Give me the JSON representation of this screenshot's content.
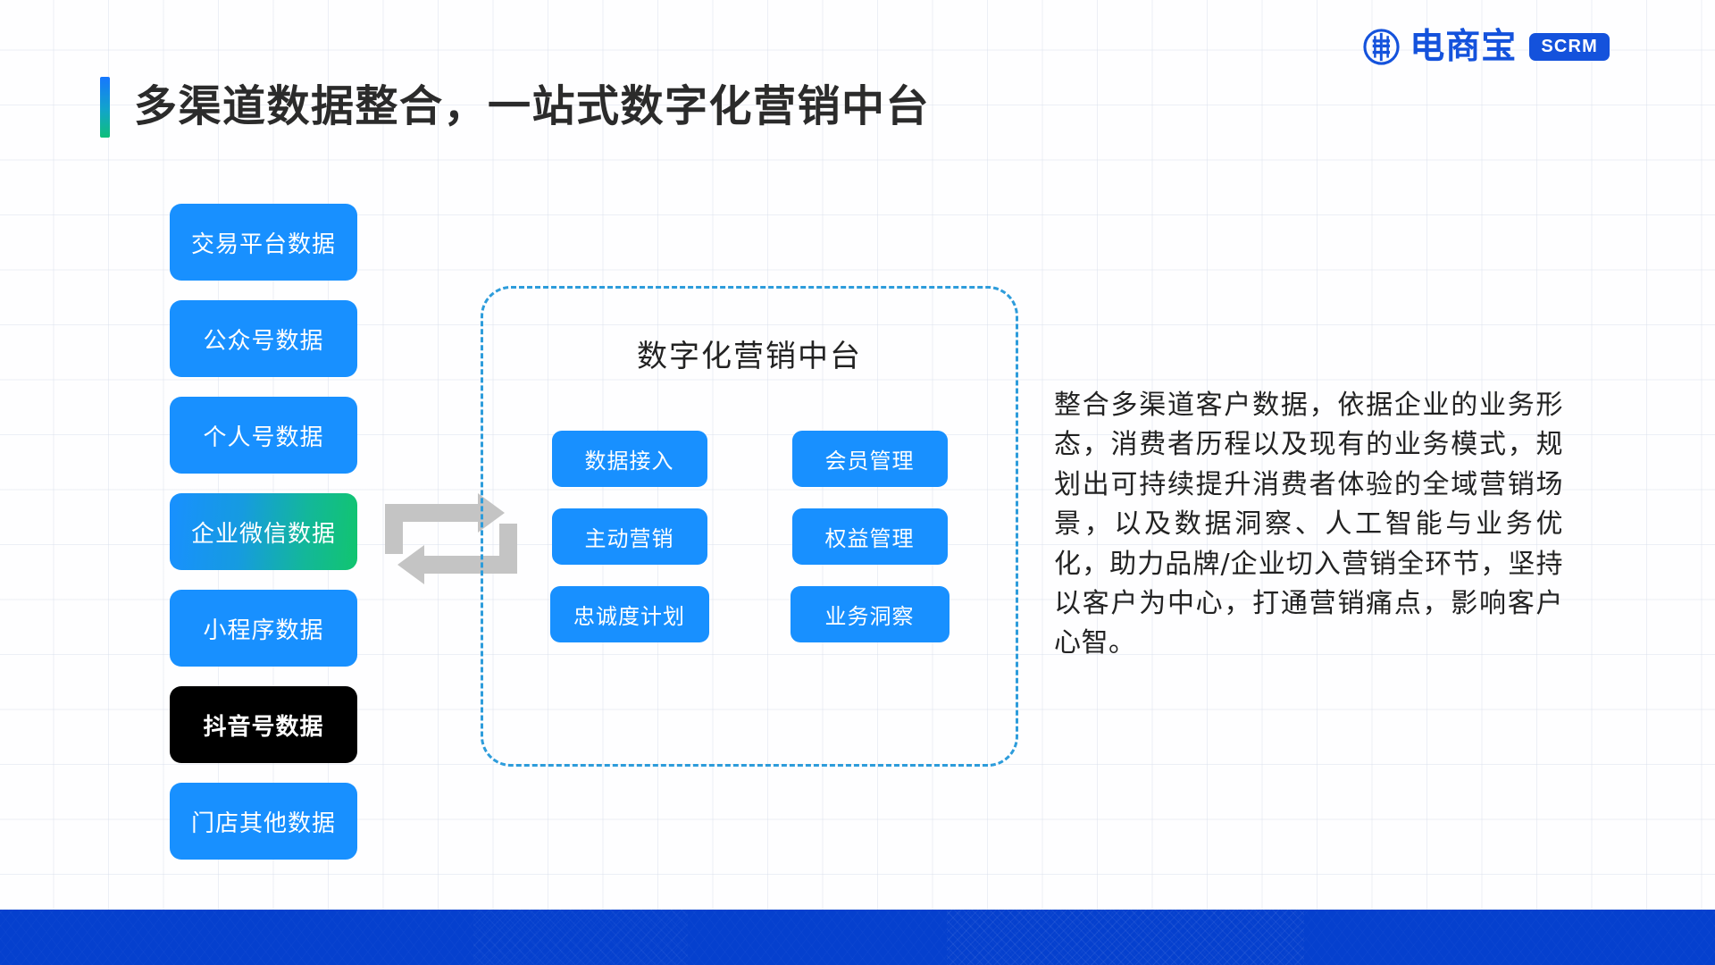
{
  "brand": {
    "logo_icon": "abacus-circle-icon",
    "name": "电商宝",
    "badge": "SCRM"
  },
  "header": {
    "title": "多渠道数据整合，一站式数字化营销中台",
    "accent_gradient_from": "#1677FF",
    "accent_gradient_to": "#0FBF7A"
  },
  "data_sources": {
    "items": [
      {
        "label": "交易平台数据",
        "style": "blue"
      },
      {
        "label": "公众号数据",
        "style": "blue"
      },
      {
        "label": "个人号数据",
        "style": "blue"
      },
      {
        "label": "企业微信数据",
        "style": "gradient"
      },
      {
        "label": "小程序数据",
        "style": "blue"
      },
      {
        "label": "抖音号数据",
        "style": "black"
      },
      {
        "label": "门店其他数据",
        "style": "blue"
      }
    ]
  },
  "connector": {
    "icon": "exchange-arrows-icon",
    "color": "#C4C4C4"
  },
  "platform": {
    "title": "数字化营销中台",
    "border_color": "#2D9CDB",
    "capabilities": [
      "数据接入",
      "会员管理",
      "主动营销",
      "权益管理",
      "忠诚度计划",
      "业务洞察"
    ]
  },
  "description": {
    "text": "整合多渠道客户数据，依据企业的业务形态，消费者历程以及现有的业务模式，规划出可持续提升消费者体验的全域营销场景，以及数据洞察、人工智能与业务优化，助力品牌/企业切入营销全环节，坚持以客户为中心，打通营销痛点，影响客户心智。"
  },
  "footer": {
    "color": "#0540CE"
  },
  "colors": {
    "chip_blue": "#1890FF",
    "brand_blue": "#1452DC",
    "chip_black": "#000000",
    "text_dark": "#222222"
  }
}
